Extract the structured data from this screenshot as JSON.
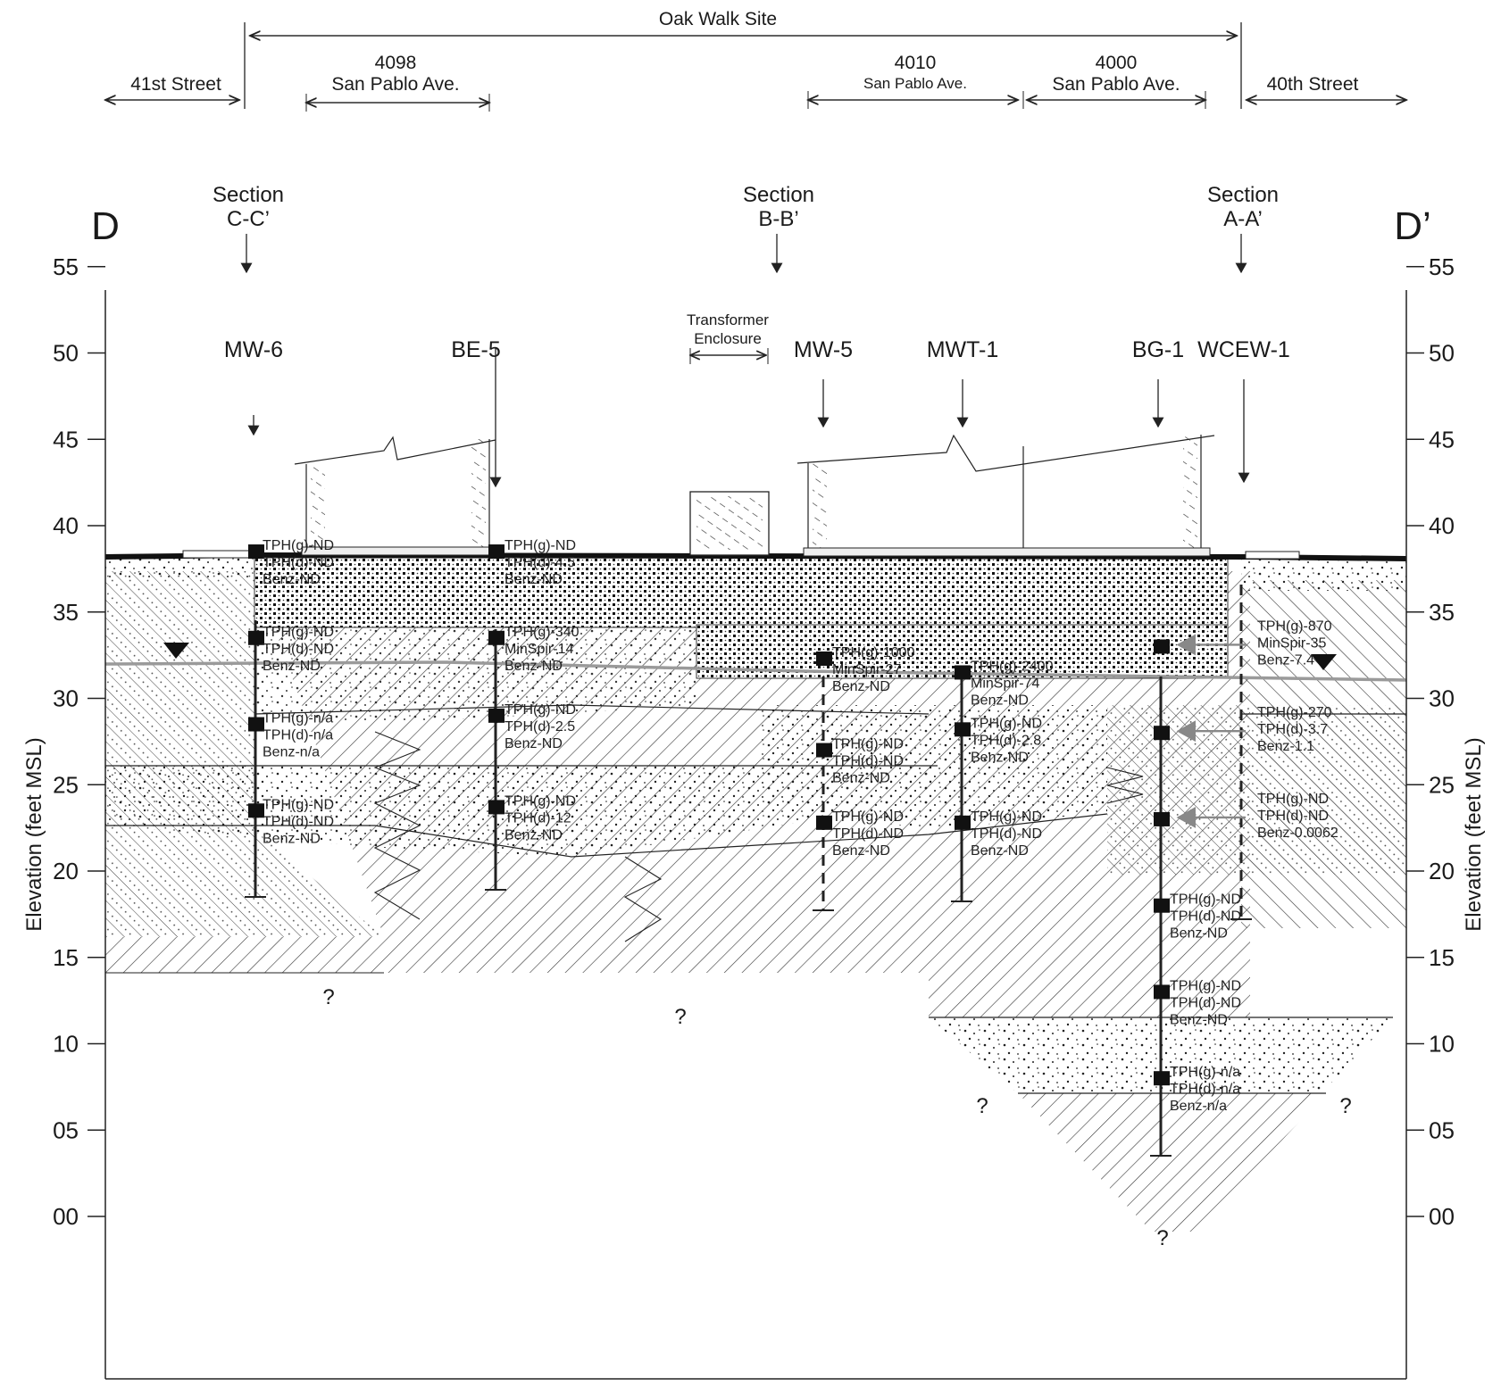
{
  "site": {
    "title": "Oak Walk Site",
    "streets": [
      {
        "id": "41st",
        "line1": "41st Street",
        "line2": ""
      },
      {
        "id": "4098",
        "line1": "4098",
        "line2": "San Pablo Ave."
      },
      {
        "id": "4010",
        "line1": "4010",
        "line2": "San Pablo Ave."
      },
      {
        "id": "4000",
        "line1": "4000",
        "line2": "San Pablo Ave."
      },
      {
        "id": "40th",
        "line1": "40th Street",
        "line2": ""
      }
    ]
  },
  "section_ends": {
    "left": "D",
    "right": "D’"
  },
  "sections": [
    {
      "line1": "Section",
      "line2": "C-C’"
    },
    {
      "line1": "Section",
      "line2": "B-B’"
    },
    {
      "line1": "Section",
      "line2": "A-A’"
    }
  ],
  "axis": {
    "label": "Elevation (feet MSL)",
    "ticks": [
      "55",
      "50",
      "45",
      "40",
      "35",
      "30",
      "25",
      "20",
      "15",
      "10",
      "05",
      "00"
    ],
    "tick_values": [
      55,
      50,
      45,
      40,
      35,
      30,
      25,
      20,
      15,
      10,
      5,
      0
    ]
  },
  "transformer": {
    "line1": "Transformer",
    "line2": "Enclosure"
  },
  "wells": [
    {
      "name": "MW-6",
      "samples": [
        {
          "elev": 38.5,
          "lines": [
            "TPH(g)-ND",
            "TPH(d)-ND",
            "Benz-ND"
          ]
        },
        {
          "elev": 33.5,
          "lines": [
            "TPH(g)-ND",
            "TPH(d)-ND",
            "Benz-ND"
          ]
        },
        {
          "elev": 28.5,
          "lines": [
            "TPH(g)-n/a",
            "TPH(d)-n/a",
            "Benz-n/a"
          ]
        },
        {
          "elev": 23.5,
          "lines": [
            "TPH(g)-ND",
            "TPH(d)-ND",
            "Benz-ND"
          ]
        }
      ]
    },
    {
      "name": "BE-5",
      "samples": [
        {
          "elev": 38.5,
          "lines": [
            "TPH(g)-ND",
            "TPH(d)-4.5",
            "Benz-ND"
          ]
        },
        {
          "elev": 33.5,
          "lines": [
            "TPH(g)-340",
            "MinSpir-14",
            "Benz-ND"
          ]
        },
        {
          "elev": 29.0,
          "lines": [
            "TPH(g)-ND",
            "TPH(d)-2.5",
            "Benz-ND"
          ]
        },
        {
          "elev": 23.7,
          "lines": [
            "TPH(g)-ND",
            "TPH(d)-12",
            "Benz-ND"
          ]
        }
      ]
    },
    {
      "name": "MW-5",
      "samples": [
        {
          "elev": 32.3,
          "lines": [
            "TPH(g)-1000",
            "MinSpir-27",
            "Benz-ND"
          ]
        },
        {
          "elev": 27.0,
          "lines": [
            "TPH(g)-ND",
            "TPH(d)-ND",
            "Benz-ND"
          ]
        },
        {
          "elev": 22.8,
          "lines": [
            "TPH(g)-ND",
            "TPH(d)-ND",
            "Benz-ND"
          ]
        }
      ]
    },
    {
      "name": "MWT-1",
      "samples": [
        {
          "elev": 31.5,
          "lines": [
            "TPH(g)-2400",
            "MinSpir-74",
            "Benz-ND"
          ]
        },
        {
          "elev": 28.2,
          "lines": [
            "TPH(g)-ND",
            "TPH(d)-2.8",
            "Benz-ND"
          ]
        },
        {
          "elev": 22.8,
          "lines": [
            "TPH(g)-ND",
            "TPH(d)-ND",
            "Benz-ND"
          ]
        }
      ]
    },
    {
      "name": "BG-1",
      "samples": [
        {
          "elev": 33.0,
          "lines": []
        },
        {
          "elev": 28.0,
          "lines": []
        },
        {
          "elev": 23.0,
          "lines": []
        },
        {
          "elev": 18.0,
          "lines": [
            "TPH(g)-ND",
            "TPH(d)-ND",
            "Benz-ND"
          ]
        },
        {
          "elev": 13.0,
          "lines": [
            "TPH(g)-ND",
            "TPH(d)-ND",
            "Benz-ND"
          ]
        },
        {
          "elev": 8.0,
          "lines": [
            "TPH(g)-n/a",
            "TPH(d)-n/a",
            "Benz-n/a"
          ]
        }
      ]
    },
    {
      "name": "WCEW-1",
      "samples": [
        {
          "elev": 33.0,
          "lines": [
            "TPH(g)-870",
            "MinSpir-35",
            "Benz-7.4"
          ]
        },
        {
          "elev": 28.0,
          "lines": [
            "TPH(g)-270",
            "TPH(d)-3.7",
            "Benz-1.1"
          ]
        },
        {
          "elev": 23.0,
          "lines": [
            "TPH(g)-ND",
            "TPH(d)-ND",
            "Benz-0.0062"
          ]
        }
      ]
    }
  ],
  "unknown_marker": "?"
}
